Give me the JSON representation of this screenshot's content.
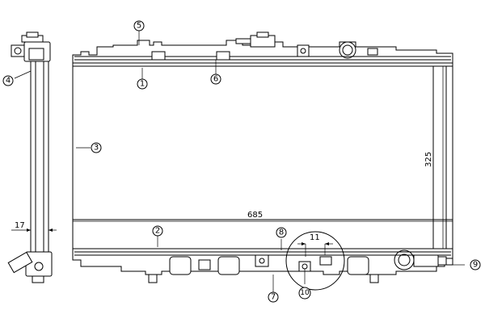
{
  "dimensions": {
    "width": "685",
    "height": "325",
    "core_thickness": "17",
    "detail_spacing": "11"
  },
  "callouts": [
    "1",
    "2",
    "3",
    "4",
    "5",
    "6",
    "7",
    "8",
    "9",
    "10"
  ]
}
